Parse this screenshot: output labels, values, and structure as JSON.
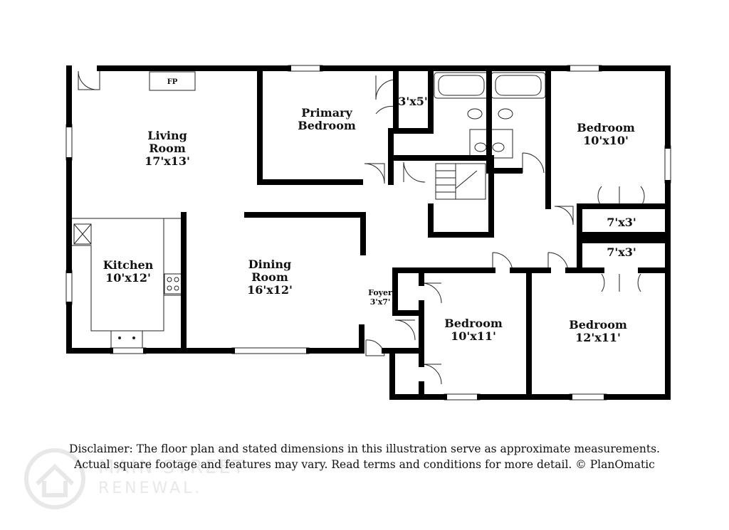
{
  "plan": {
    "fireplace": "FP",
    "rooms": {
      "living": {
        "name_line1": "Living",
        "name_line2": "Room",
        "size": "17'x13'"
      },
      "primary": {
        "name_line1": "Primary",
        "name_line2": "Bedroom"
      },
      "closet_primary": {
        "size": "3'x5'"
      },
      "bedroom_ne": {
        "name": "Bedroom",
        "size": "10'x10'"
      },
      "closet_ne": {
        "size": "7'x3'"
      },
      "closet_se": {
        "size": "7'x3'"
      },
      "kitchen": {
        "name": "Kitchen",
        "size": "10'x12'"
      },
      "dining": {
        "name_line1": "Dining",
        "name_line2": "Room",
        "size": "16'x12'"
      },
      "foyer": {
        "name": "Foyer",
        "size": "3'x7'"
      },
      "bedroom_s": {
        "name": "Bedroom",
        "size": "10'x11'"
      },
      "bedroom_se": {
        "name": "Bedroom",
        "size": "12'x11'"
      }
    }
  },
  "disclaimer": {
    "line1": "Disclaimer: The floor plan and stated dimensions in this illustration serve as approximate measurements.",
    "line2": "Actual square footage and features may vary. Read terms and conditions for more detail. © PlanOmatic"
  },
  "watermark": {
    "name": "MAIN STREET",
    "sub": "RENEWAL."
  }
}
